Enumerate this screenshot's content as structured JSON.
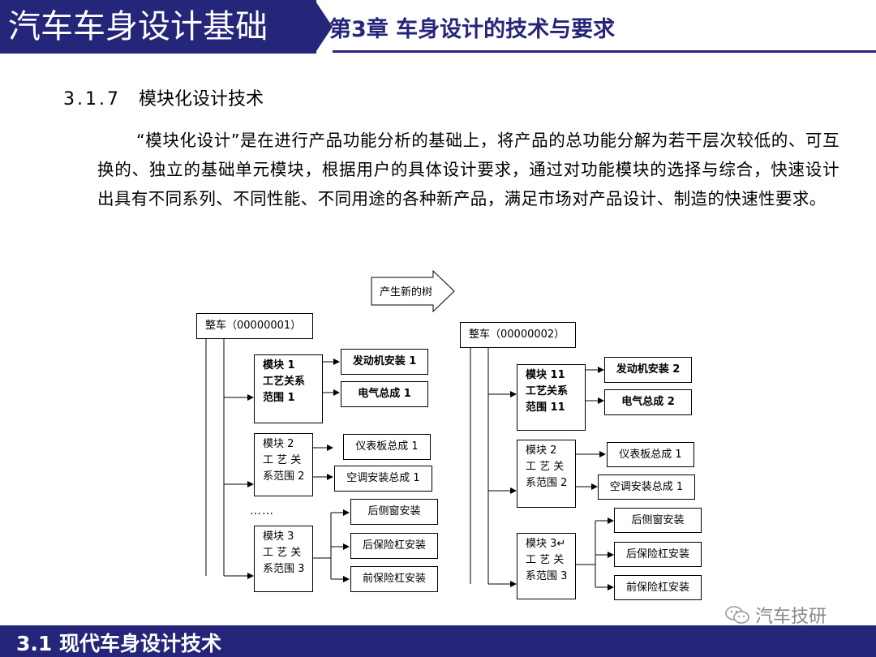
{
  "header": {
    "left_title": "汽车车身设计基础",
    "right_title": "第3章  车身设计的技术与要求"
  },
  "section": {
    "number": "3.1.7",
    "title": "模块化设计技术"
  },
  "paragraph": "“模块化设计”是在进行产品功能分析的基础上，将产品的总功能分解为若干层次较低的、可互换的、独立的基础单元模块，根据用户的具体设计要求，通过对功能模块的选择与综合，快速设计出具有不同系列、不同性能、不同用途的各种新产品，满足市场对产品设计、制造的快速性要求。",
  "diagram": {
    "arrow_label": "产生新的树",
    "ellipsis": "……",
    "left_tree": {
      "root": "整车（00000001）",
      "modules": [
        {
          "lines": [
            "模块 1",
            "工艺关系",
            "范围 1"
          ],
          "items": [
            "发动机安装 1",
            "电气总成 1"
          ]
        },
        {
          "lines": [
            "模块 2",
            "工  艺  关",
            "系范围 2"
          ],
          "items": [
            "仪表板总成 1",
            "空调安装总成 1"
          ]
        },
        {
          "lines": [
            "模块 3",
            "工  艺  关",
            "系范围 3"
          ],
          "items": [
            "后侧窗安装",
            "后保险杠安装",
            "前保险杠安装"
          ]
        }
      ]
    },
    "right_tree": {
      "root": "整车（00000002）",
      "modules": [
        {
          "lines": [
            "模块 11",
            "工艺关系",
            "范围 11"
          ],
          "items": [
            "发动机安装 2",
            "电气总成 2"
          ]
        },
        {
          "lines": [
            "模块 2",
            "工  艺  关",
            "系范围 2"
          ],
          "items": [
            "仪表板总成 1",
            "空调安装总成 1"
          ]
        },
        {
          "lines": [
            "模块 3↵",
            "工  艺  关",
            "系范围 3"
          ],
          "items": [
            "后侧窗安装",
            "后保险杠安装",
            "前保险杠安装"
          ]
        }
      ]
    }
  },
  "footer": {
    "text": "3.1  现代车身设计技术"
  },
  "watermark": {
    "text": "汽车技研",
    "icon": "wechat-icon"
  },
  "colors": {
    "navy": "#25257a",
    "white": "#ffffff",
    "watermark": "#888888"
  }
}
